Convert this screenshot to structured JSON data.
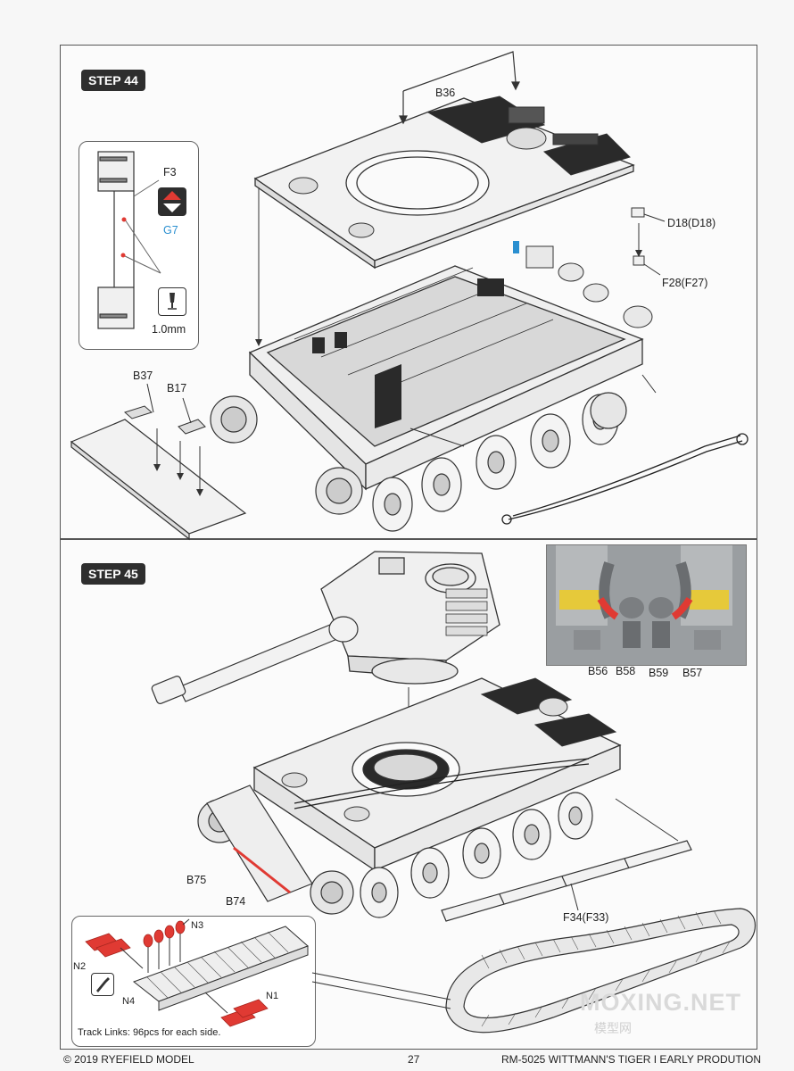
{
  "steps": {
    "s44": {
      "label": "STEP 44",
      "parts": {
        "b36": "B36",
        "f3": "F3",
        "g7": "G7",
        "drill": "1.0mm",
        "d18": "D18(D18)",
        "f28": "F28(F27)",
        "b37": "B37",
        "b17": "B17"
      }
    },
    "s45": {
      "label": "STEP 45",
      "parts": {
        "b56": "B56",
        "b58": "B58",
        "b59": "B59",
        "b57": "B57",
        "b75": "B75",
        "b74": "B74",
        "f34": "F34(F33)",
        "n3": "N3",
        "n2": "N2",
        "n4": "N4",
        "n1": "N1",
        "track_note": "Track Links: 96pcs for each side."
      }
    }
  },
  "footer": {
    "copyright": "© 2019 RYEFIELD MODEL",
    "page": "27",
    "product": "RM-5025 WITTMANN'S TIGER I EARLY PRODUTION"
  },
  "watermark": {
    "main": "MOXING.NET",
    "sub": "模型网"
  },
  "colors": {
    "badge": "#2e2e2e",
    "accent_red": "#e03a33",
    "accent_blue": "#2a8fd0"
  }
}
